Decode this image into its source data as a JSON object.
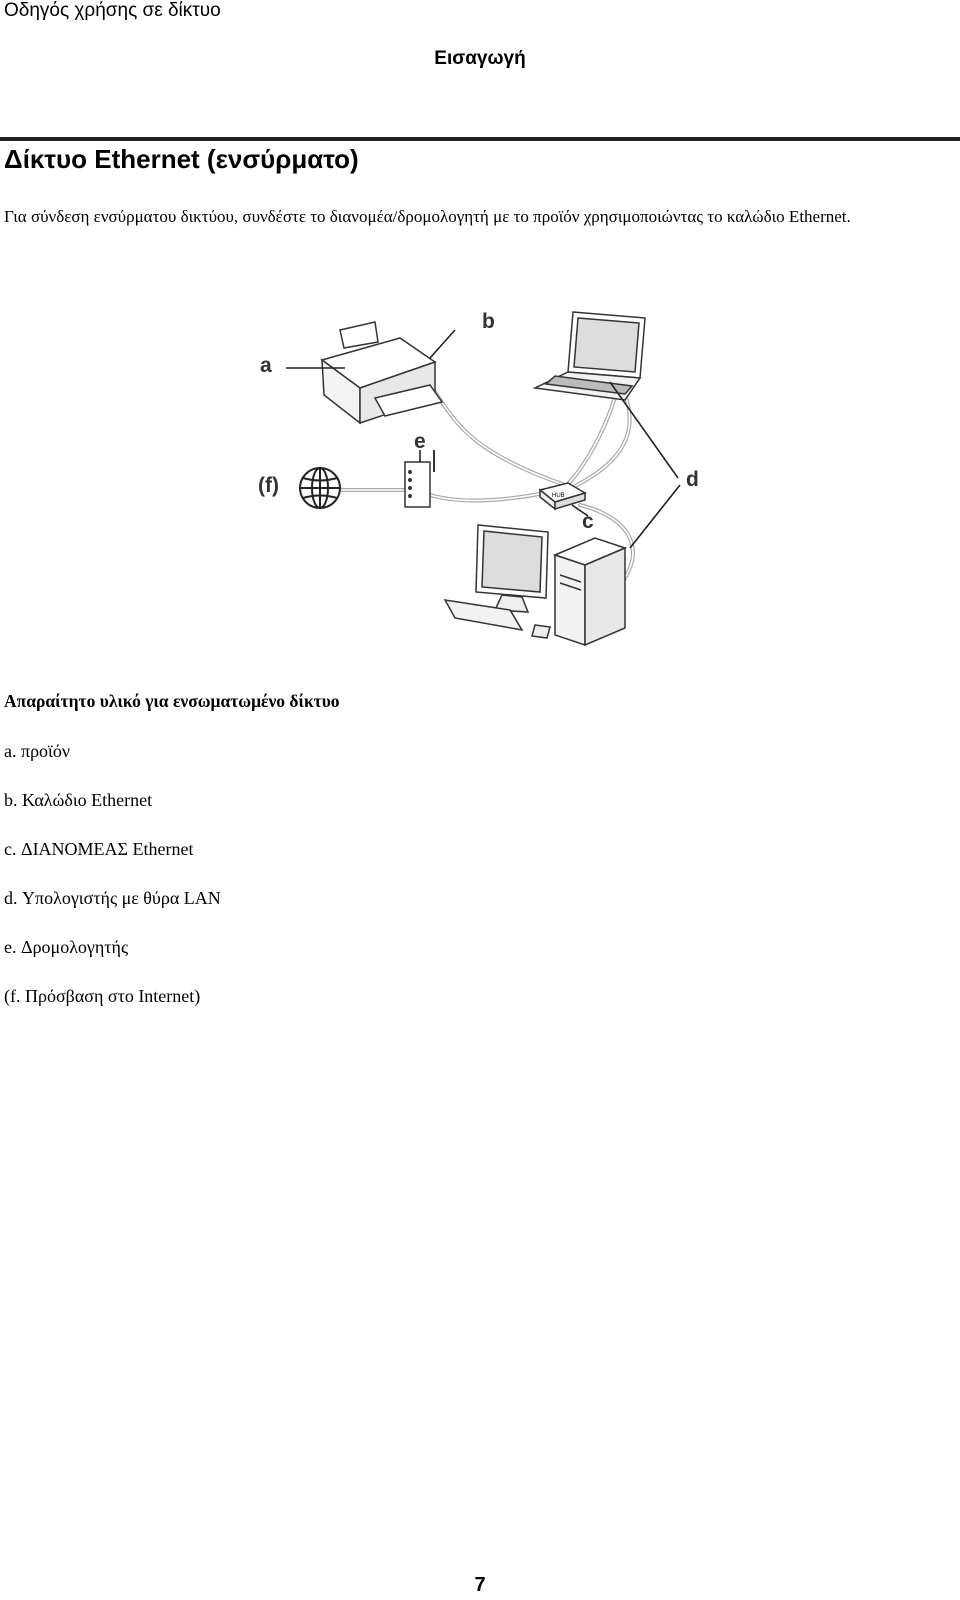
{
  "header": {
    "running_title": "Οδηγός χρήσης σε δίκτυο",
    "section": "Εισαγωγή"
  },
  "article": {
    "title": "Δίκτυο Ethernet (ενσύρματο)",
    "intro": "Για σύνδεση ενσύρματου δικτύου, συνδέστε το διανομέα/δρομολογητή με το προϊόν χρησιμοποιώντας το καλώδιο Ethernet."
  },
  "figure": {
    "labels": {
      "a": "a",
      "b": "b",
      "c": "c",
      "d": "d",
      "e": "e",
      "f": "(f)",
      "hub": "HUB"
    }
  },
  "requirements": {
    "heading": "Απαραίτητο υλικό για ενσωματωμένο δίκτυο",
    "items": [
      "a. προϊόν",
      "b. Καλώδιο Ethernet",
      "c. ΔΙΑΝΟΜΕΑΣ Ethernet",
      "d. Υπολογιστής με θύρα LAN",
      "e. Δρομολογητής",
      "(f. Πρόσβαση στο Internet)"
    ]
  },
  "footer": {
    "page_number": "7"
  }
}
